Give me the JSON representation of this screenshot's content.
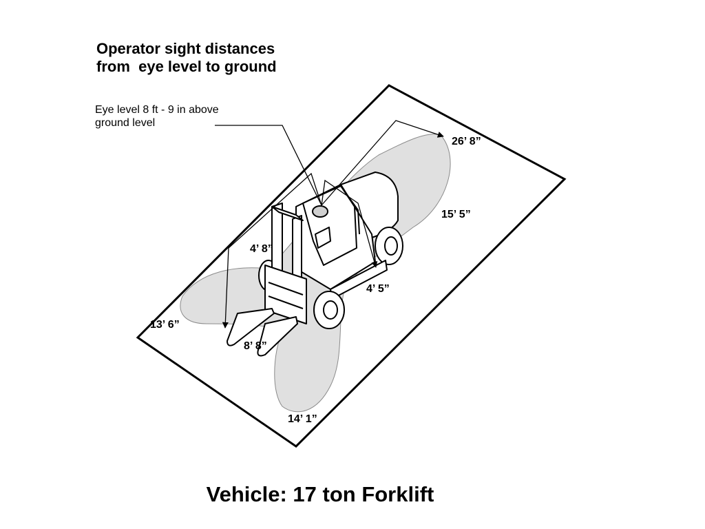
{
  "title": {
    "line1": "Operator sight distances",
    "line2": "from  eye level to ground"
  },
  "eye_level": {
    "line1": "Eye level 8 ft - 9 in above",
    "line2": "ground level"
  },
  "distances": {
    "rear_far": "26’ 8”",
    "right_side": "15’ 5”",
    "left_near": "4’ 8”",
    "right_near": "4’ 5”",
    "left_far": "13’ 6”",
    "front_near": "8’ 8”",
    "front_far": "14’ 1”"
  },
  "caption": "Vehicle: 17 ton Forklift",
  "colors": {
    "sight_zone": "#e0e0e0",
    "outline": "#000000",
    "vehicle_fill": "#ffffff"
  }
}
